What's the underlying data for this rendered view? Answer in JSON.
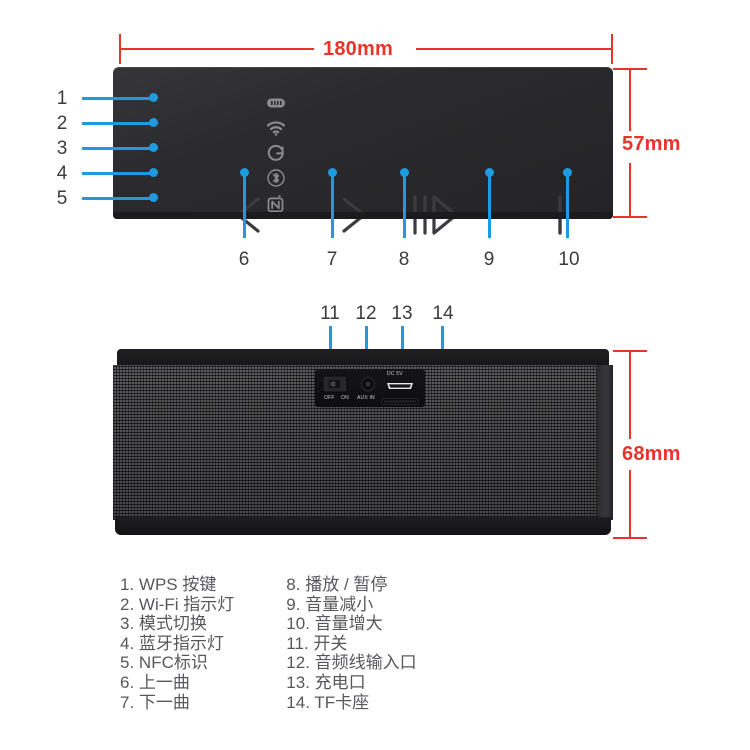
{
  "document": {
    "type": "product-dimension-diagram",
    "product": "portable wireless speaker"
  },
  "dimensions": {
    "width": "180mm",
    "top_height": "57mm",
    "rear_height": "68mm"
  },
  "top_view": {
    "status_icons": [
      {
        "number": "1",
        "name": "wps-icon"
      },
      {
        "number": "2",
        "name": "wifi-icon"
      },
      {
        "number": "3",
        "name": "mode-switch-icon"
      },
      {
        "number": "4",
        "name": "bluetooth-icon"
      },
      {
        "number": "5",
        "name": "nfc-icon"
      }
    ],
    "controls": [
      {
        "number": "6",
        "name": "previous-track-button"
      },
      {
        "number": "7",
        "name": "next-track-button"
      },
      {
        "number": "8",
        "name": "play-pause-button"
      },
      {
        "number": "9",
        "name": "volume-down-button"
      },
      {
        "number": "10",
        "name": "volume-up-button"
      }
    ]
  },
  "rear_view": {
    "ports": [
      {
        "number": "11",
        "name": "power-switch"
      },
      {
        "number": "12",
        "name": "aux-in-jack"
      },
      {
        "number": "13",
        "name": "charging-port"
      },
      {
        "number": "14",
        "name": "tf-card-slot"
      }
    ],
    "port_markings": {
      "switch_off": "OFF",
      "switch_on": "ON",
      "aux": "AUX IN",
      "dc": "DC 5V"
    }
  },
  "legend": {
    "left_column": [
      {
        "index": "1.",
        "text": "WPS 按键"
      },
      {
        "index": "2.",
        "text": "Wi-Fi 指示灯"
      },
      {
        "index": "3.",
        "text": "模式切换"
      },
      {
        "index": "4.",
        "text": "蓝牙指示灯"
      },
      {
        "index": "5.",
        "text": "NFC标识"
      },
      {
        "index": "6.",
        "text": "上一曲"
      },
      {
        "index": "7.",
        "text": "下一曲"
      }
    ],
    "right_column": [
      {
        "index": "8.",
        "text": "播放 / 暂停"
      },
      {
        "index": "9.",
        "text": "音量减小"
      },
      {
        "index": "10.",
        "text": "音量增大"
      },
      {
        "index": "11.",
        "text": "开关"
      },
      {
        "index": "12.",
        "text": "音频线输入口"
      },
      {
        "index": "13.",
        "text": "充电口"
      },
      {
        "index": "14.",
        "text": "TF卡座"
      }
    ]
  },
  "colors": {
    "dimension_red": "#e8352b",
    "callout_blue": "#1e9be0",
    "body_dark": "#2b2b2f",
    "grille_gray": "#41414７",
    "text_gray": "#58585c",
    "background": "#ffffff"
  }
}
